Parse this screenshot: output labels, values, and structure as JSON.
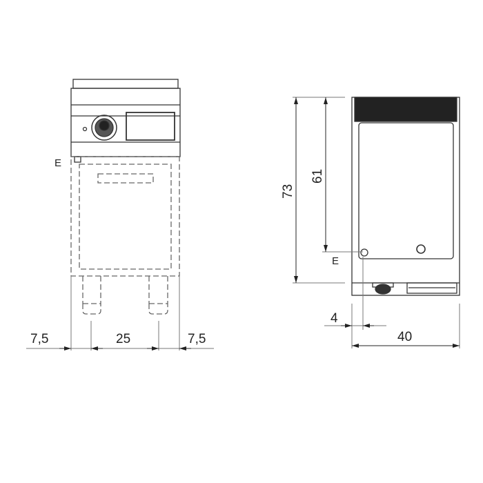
{
  "front_view": {
    "connection_label": "E",
    "dimensions": {
      "left_offset": "7,5",
      "leg_spacing": "25",
      "right_offset": "7,5"
    }
  },
  "side_view": {
    "connection_label": "E",
    "dimensions": {
      "total_height": "73",
      "connection_height": "61",
      "connection_depth": "4",
      "depth": "40"
    }
  },
  "colors": {
    "line": "#333333",
    "dimension_line": "#777777"
  }
}
